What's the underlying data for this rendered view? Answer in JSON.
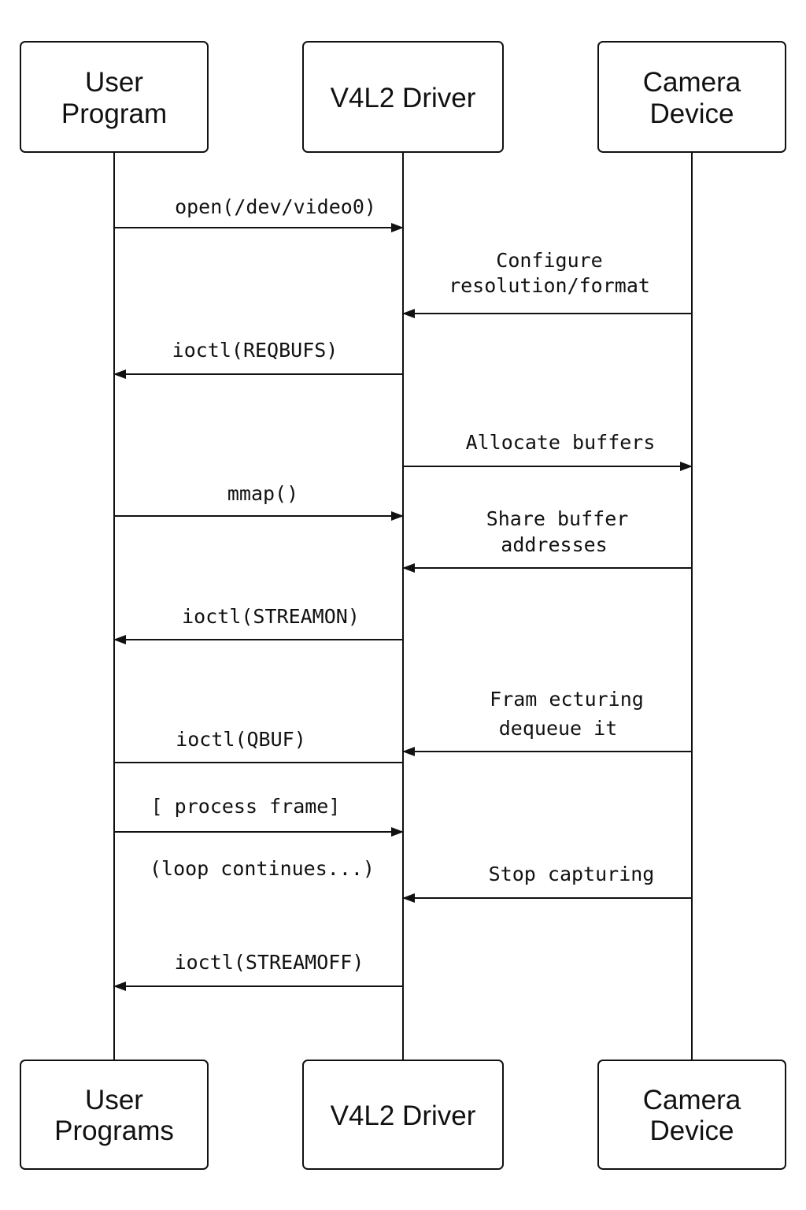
{
  "actors_top": [
    {
      "id": "user",
      "lines": [
        "User",
        "Program"
      ]
    },
    {
      "id": "driver",
      "lines": [
        "V4L2 Driver"
      ]
    },
    {
      "id": "camera",
      "lines": [
        "Camera",
        "Device"
      ]
    }
  ],
  "actors_bottom": [
    {
      "id": "user",
      "lines": [
        "User",
        "Programs"
      ]
    },
    {
      "id": "driver",
      "lines": [
        "V4L2 Driver"
      ]
    },
    {
      "id": "camera",
      "lines": [
        "Camera",
        "Device"
      ]
    }
  ],
  "messages": [
    {
      "from": "user",
      "to": "driver",
      "arrow": true,
      "lines": [
        "open(/dev/video0)"
      ]
    },
    {
      "from": "camera",
      "to": "driver",
      "arrow": true,
      "lines": [
        "Configure",
        "resolution/format"
      ]
    },
    {
      "from": "driver",
      "to": "user",
      "arrow": true,
      "lines": [
        "ioctl(REQBUFS)"
      ]
    },
    {
      "from": "driver",
      "to": "camera",
      "arrow": true,
      "lines": [
        "Allocate buffers"
      ]
    },
    {
      "from": "user",
      "to": "driver",
      "arrow": true,
      "lines": [
        "mmap()"
      ]
    },
    {
      "from": "camera",
      "to": "driver",
      "arrow": true,
      "lines": [
        "Share buffer",
        "addresses"
      ]
    },
    {
      "from": "driver",
      "to": "user",
      "arrow": true,
      "lines": [
        "ioctl(STREAMON)"
      ]
    },
    {
      "from": "camera",
      "to": "driver",
      "arrow": true,
      "lines": [
        "Fram ecturing",
        "dequeue it"
      ]
    },
    {
      "from": "user",
      "to": "driver",
      "arrow": false,
      "lines": [
        "ioctl(QBUF)"
      ]
    },
    {
      "from": "user",
      "to": "driver",
      "arrow": true,
      "lines": [
        "[ process  frame]"
      ]
    },
    {
      "from": "user",
      "to": "driver",
      "arrow": false,
      "lines": [
        "(loop continues...)"
      ],
      "no_line": true
    },
    {
      "from": "camera",
      "to": "driver",
      "arrow": true,
      "lines": [
        "Stop capturing"
      ]
    },
    {
      "from": "driver",
      "to": "user",
      "arrow": true,
      "lines": [
        "ioctl(STREAMOFF)"
      ]
    }
  ]
}
